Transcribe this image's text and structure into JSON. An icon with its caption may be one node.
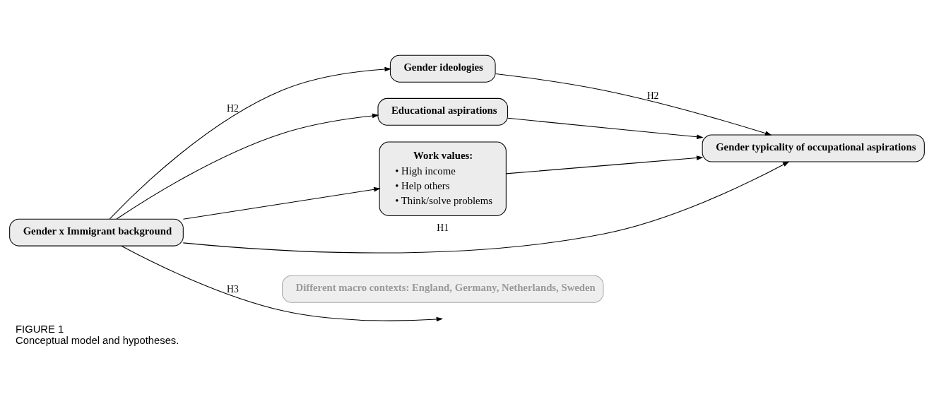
{
  "diagram": {
    "title": "FIGURE 1",
    "caption": "Conceptual model and hypotheses.",
    "nodes": [
      {
        "text": [
          "Gender ideologies"
        ]
      },
      {
        "text": [
          "Educational aspirations"
        ]
      },
      {
        "text": [
          "Work values:",
          "• High income",
          "• Help others",
          "• Think/solve problems"
        ]
      },
      {
        "text": [
          "Gender x Immigrant background"
        ]
      },
      {
        "text": [
          "Gender typicality of occupational aspirations"
        ]
      },
      {
        "text": [
          "Different macro contexts: England, Germany, Netherlands, Sweden"
        ]
      }
    ],
    "edges": [
      {
        "from": 3,
        "to": 0,
        "arrow": "to",
        "label": "H2"
      },
      {
        "from": 3,
        "to": 1,
        "arrow": "to"
      },
      {
        "from": 3,
        "to": 2,
        "arrow": "to"
      },
      {
        "from": 0,
        "to": 4,
        "arrow": "to",
        "label": "H2"
      },
      {
        "from": 1,
        "to": 4,
        "arrow": "to"
      },
      {
        "from": 2,
        "to": 4,
        "arrow": "to"
      },
      {
        "from": 3,
        "to": null,
        "arrow": "to",
        "label": "H3"
      },
      {
        "from": 3,
        "to": 4,
        "arrow": "to",
        "label": "H1"
      }
    ]
  }
}
